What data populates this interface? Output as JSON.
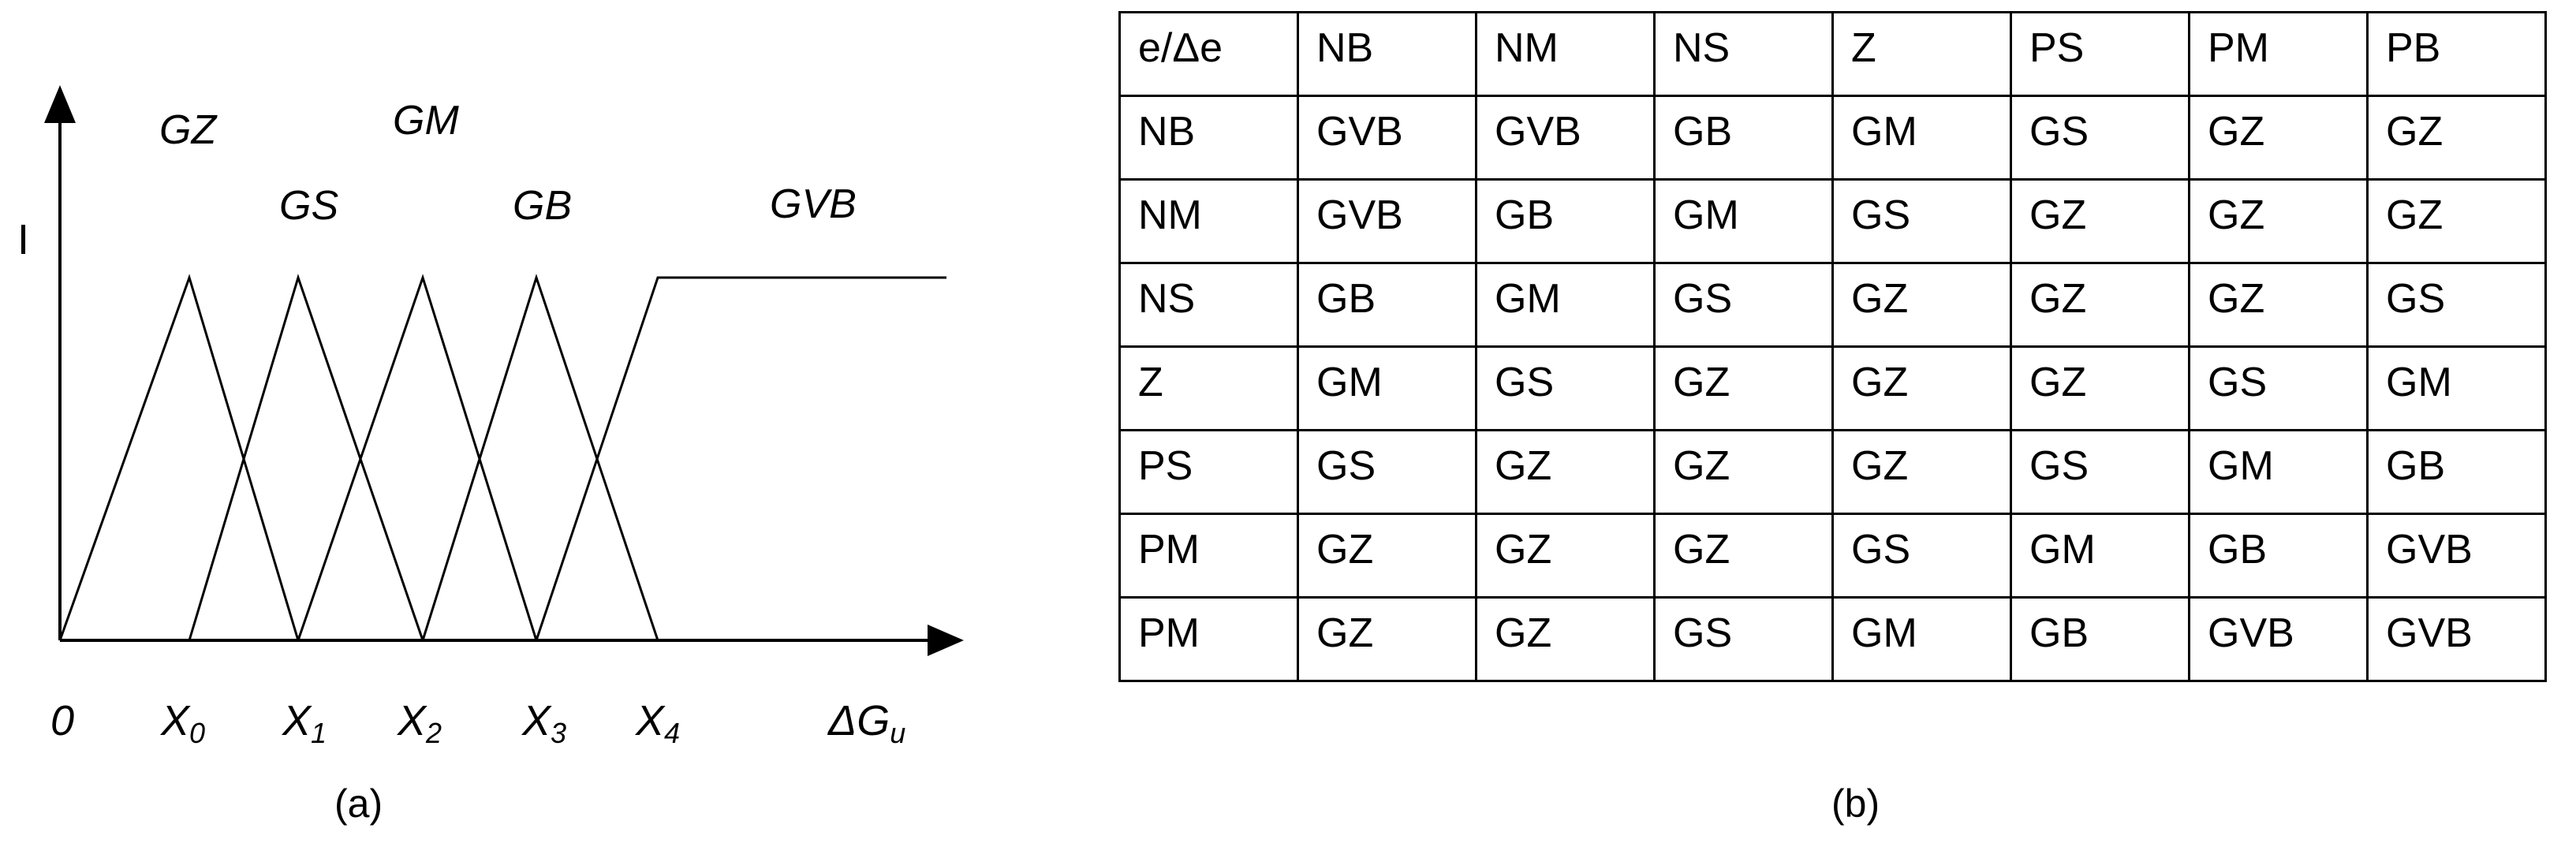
{
  "panel_a": {
    "caption": "(a)",
    "y_axis_label": "I",
    "x_axis_label_symbol": "ΔG",
    "x_axis_label_sub": "u",
    "x_ticks": [
      {
        "base": "0",
        "sub": ""
      },
      {
        "base": "X",
        "sub": "0"
      },
      {
        "base": "X",
        "sub": "1"
      },
      {
        "base": "X",
        "sub": "2"
      },
      {
        "base": "X",
        "sub": "3"
      },
      {
        "base": "X",
        "sub": "4"
      }
    ],
    "sets": [
      {
        "name": "GZ",
        "shape": "triangle",
        "points": [
          0,
          1,
          2
        ]
      },
      {
        "name": "GS",
        "shape": "triangle",
        "points": [
          1,
          2,
          3
        ]
      },
      {
        "name": "GM",
        "shape": "triangle",
        "points": [
          2,
          3,
          4
        ]
      },
      {
        "name": "GB",
        "shape": "triangle",
        "points": [
          3,
          4,
          5
        ]
      },
      {
        "name": "GVB",
        "shape": "ramp",
        "points": [
          4,
          5
        ]
      }
    ]
  },
  "panel_b": {
    "caption": "(b)",
    "rows": [
      [
        "e/Δe",
        "NB",
        "NM",
        "NS",
        "Z",
        "PS",
        "PM",
        "PB"
      ],
      [
        "NB",
        "GVB",
        "GVB",
        "GB",
        "GM",
        "GS",
        "GZ",
        "GZ"
      ],
      [
        "NM",
        "GVB",
        "GB",
        "GM",
        "GS",
        "GZ",
        "GZ",
        "GZ"
      ],
      [
        "NS",
        "GB",
        "GM",
        "GS",
        "GZ",
        "GZ",
        "GZ",
        "GS"
      ],
      [
        "Z",
        "GM",
        "GS",
        "GZ",
        "GZ",
        "GZ",
        "GS",
        "GM"
      ],
      [
        "PS",
        "GS",
        "GZ",
        "GZ",
        "GZ",
        "GS",
        "GM",
        "GB"
      ],
      [
        "PM",
        "GZ",
        "GZ",
        "GZ",
        "GS",
        "GM",
        "GB",
        "GVB"
      ],
      [
        "PM",
        "GZ",
        "GZ",
        "GS",
        "GM",
        "GB",
        "GVB",
        "GVB"
      ]
    ]
  }
}
